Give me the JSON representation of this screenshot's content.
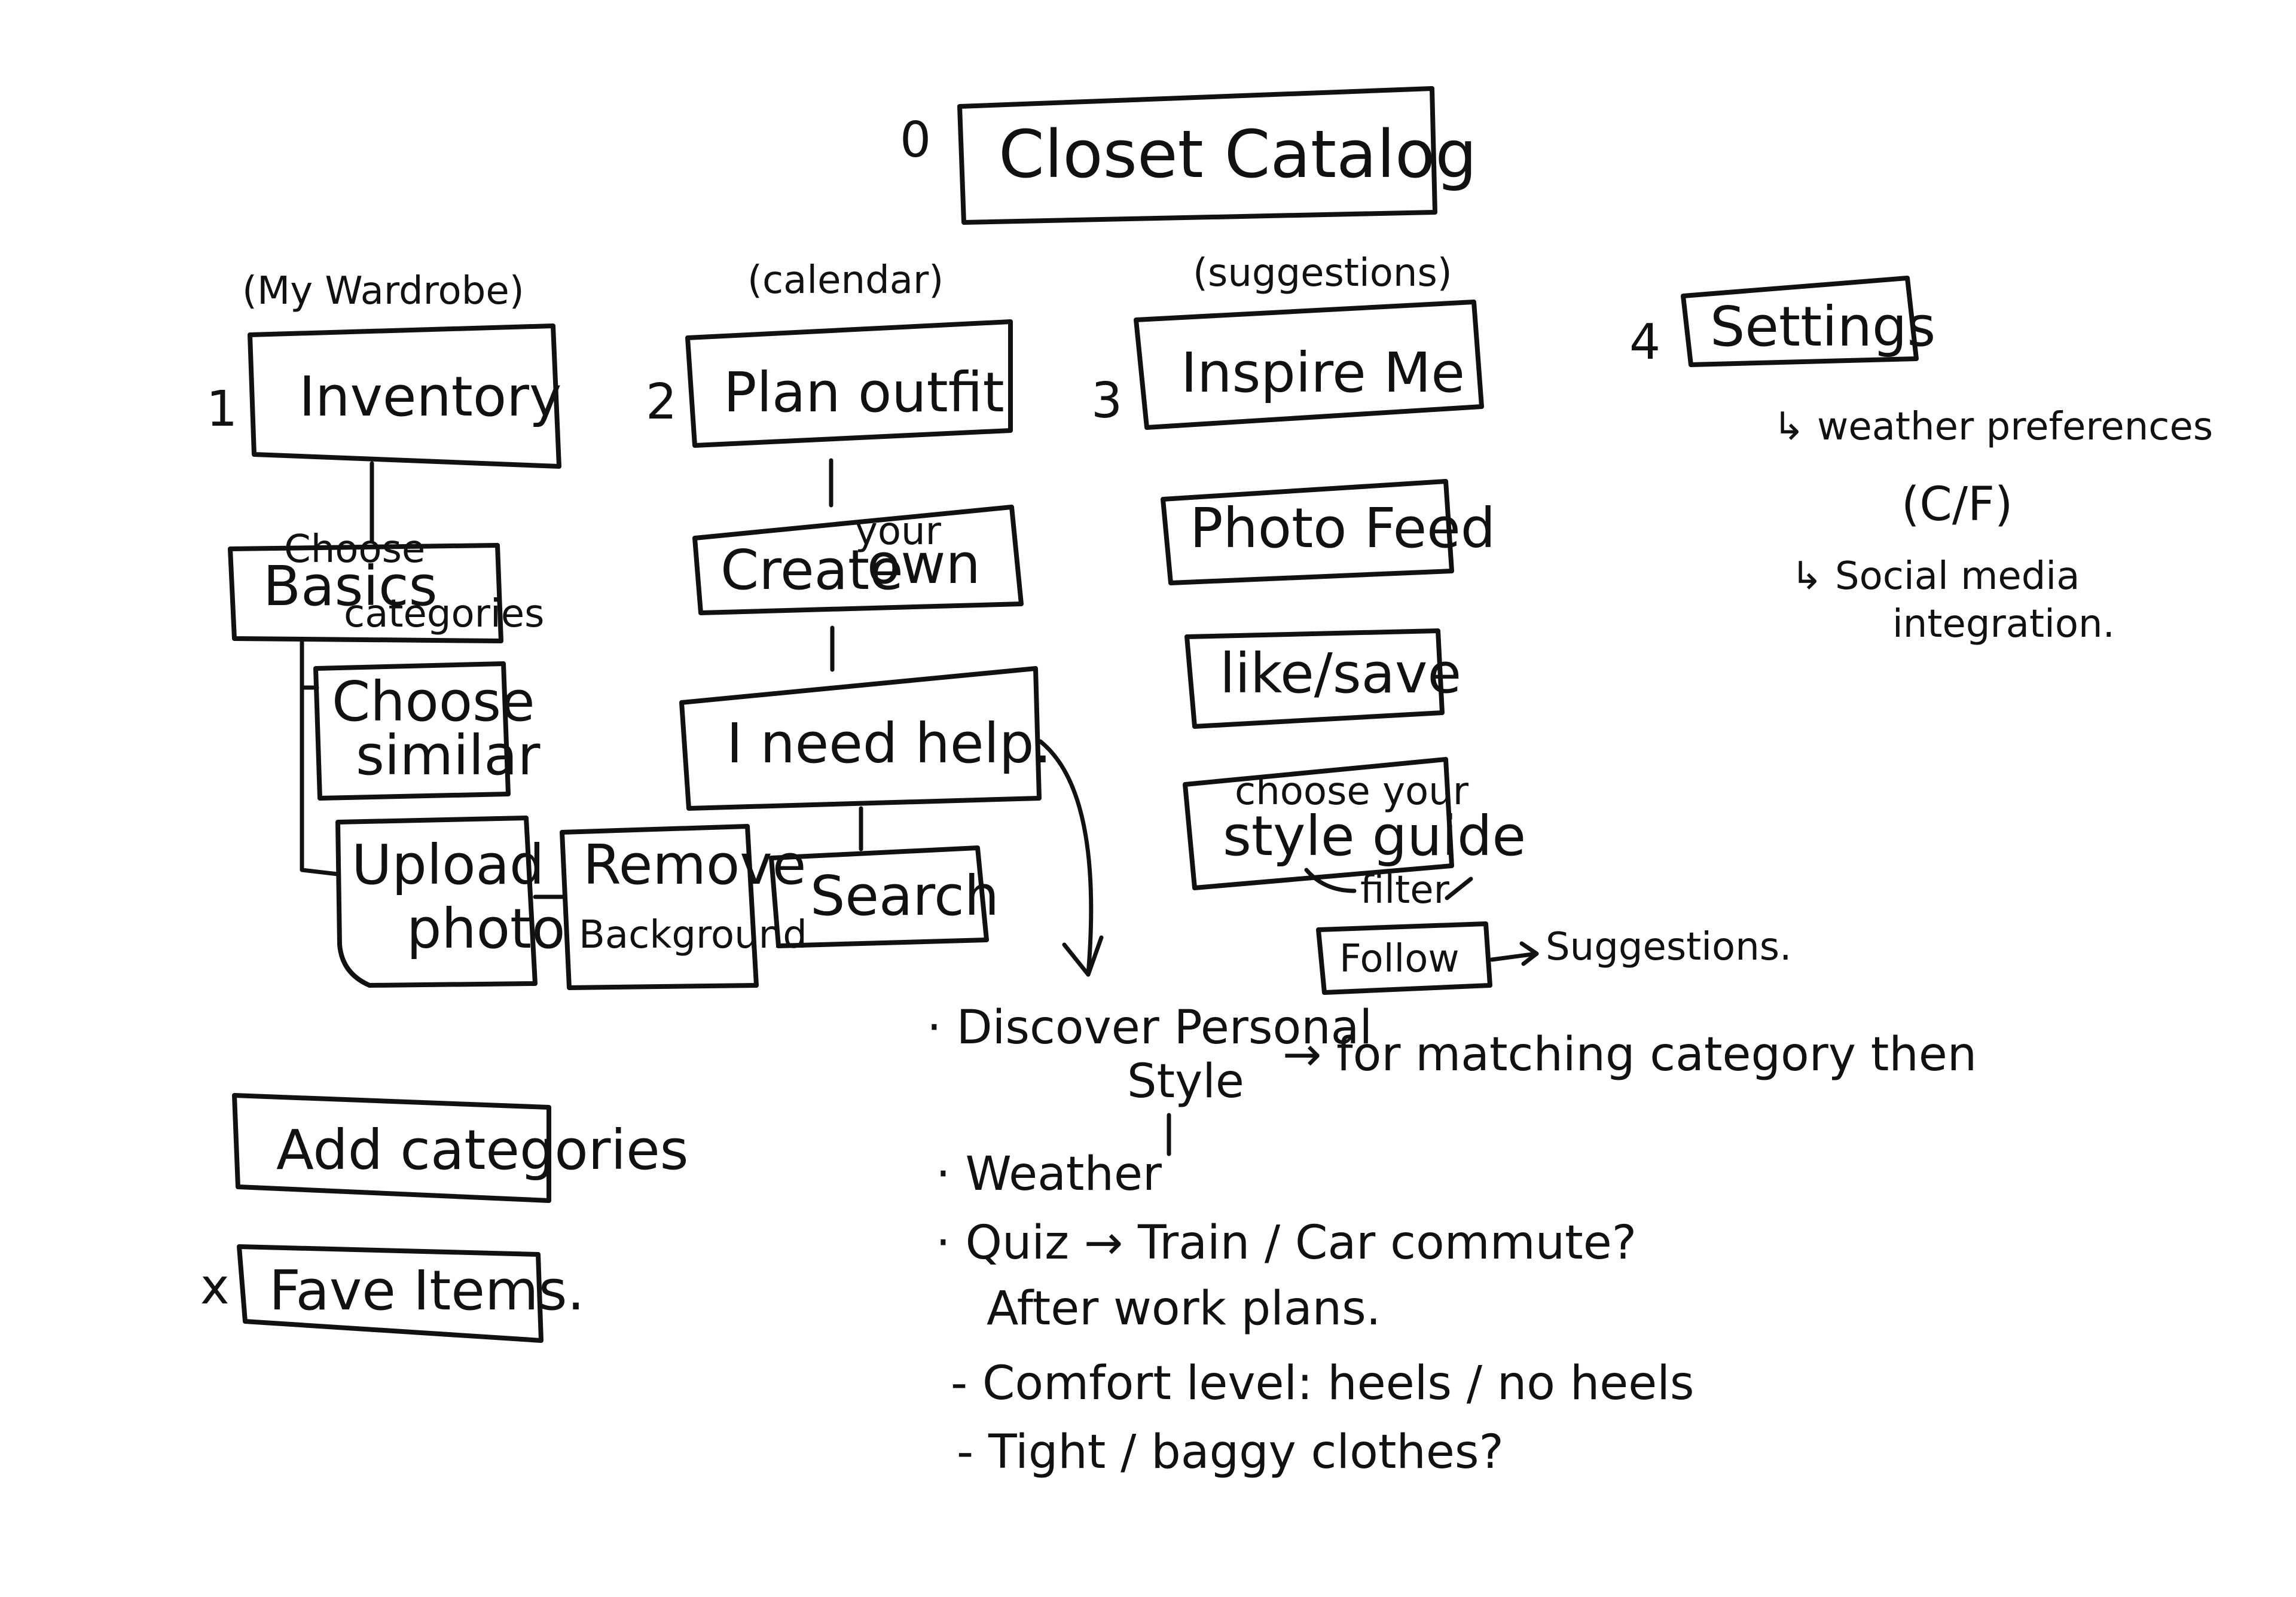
{
  "title": "Closet Catalog",
  "title_number": "0",
  "sections": [
    {
      "number": "1",
      "header": "(My Wardrobe)",
      "label": "Inventory"
    },
    {
      "number": "2",
      "header": "(calendar)",
      "label": "Plan outfit"
    },
    {
      "number": "3",
      "header": "(suggestions)",
      "label": "Inspire Me"
    },
    {
      "number": "4",
      "header": "",
      "label": "Settings"
    }
  ],
  "inventory": {
    "choose_basics": {
      "top": "Choose",
      "main": "Basics",
      "sub": "categories"
    },
    "choose_similar": [
      "Choose",
      "similar"
    ],
    "upload_photo": [
      "Upload",
      "photo"
    ],
    "remove_background": [
      "Remove",
      "Background"
    ],
    "add_categories": "Add categories",
    "fave_items": "Fave Items.",
    "fave_mark": "x"
  },
  "plan": {
    "create_your_own": {
      "main": "Create",
      "sup": "your",
      "end": "own"
    },
    "i_need_help": "I need help.",
    "search": "Search"
  },
  "inspire": {
    "photo_feed": "Photo Feed",
    "like_save": "like/save",
    "choose_style_guide": [
      "choose your",
      "style guide"
    ],
    "filter": "filter",
    "follow": "Follow",
    "suggestions": "Suggestions."
  },
  "settings_notes": [
    "↳ weather preferences",
    "(C/F)",
    "↳ Social media",
    "integration."
  ],
  "notes": {
    "discover": [
      "· Discover Personal",
      "Style"
    ],
    "matching": "→ for matching category then",
    "list": [
      "· Weather",
      "· Quiz → Train / Car commute?",
      "After work plans.",
      "- Comfort level:  heels / no heels",
      "- Tight / baggy clothes?"
    ]
  }
}
